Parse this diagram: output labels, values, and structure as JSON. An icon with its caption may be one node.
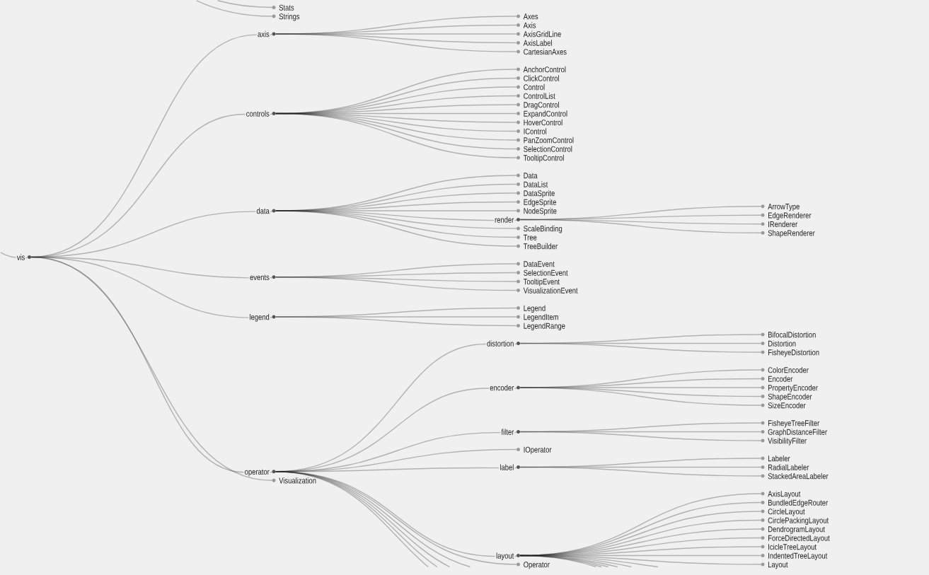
{
  "diagram": {
    "nodes": [
      {
        "text": [
          "Stats"
        ]
      },
      {
        "text": [
          "Strings"
        ]
      },
      {
        "text": [
          "vis"
        ]
      },
      {
        "text": [
          "axis"
        ]
      },
      {
        "text": [
          "Axes"
        ]
      },
      {
        "text": [
          "Axis"
        ]
      },
      {
        "text": [
          "AxisGridLine"
        ]
      },
      {
        "text": [
          "AxisLabel"
        ]
      },
      {
        "text": [
          "CartesianAxes"
        ]
      },
      {
        "text": [
          "controls"
        ]
      },
      {
        "text": [
          "AnchorControl"
        ]
      },
      {
        "text": [
          "ClickControl"
        ]
      },
      {
        "text": [
          "Control"
        ]
      },
      {
        "text": [
          "ControlList"
        ]
      },
      {
        "text": [
          "DragControl"
        ]
      },
      {
        "text": [
          "ExpandControl"
        ]
      },
      {
        "text": [
          "HoverControl"
        ]
      },
      {
        "text": [
          "IControl"
        ]
      },
      {
        "text": [
          "PanZoomControl"
        ]
      },
      {
        "text": [
          "SelectionControl"
        ]
      },
      {
        "text": [
          "TooltipControl"
        ]
      },
      {
        "text": [
          "data"
        ]
      },
      {
        "text": [
          "Data"
        ]
      },
      {
        "text": [
          "DataList"
        ]
      },
      {
        "text": [
          "DataSprite"
        ]
      },
      {
        "text": [
          "EdgeSprite"
        ]
      },
      {
        "text": [
          "NodeSprite"
        ]
      },
      {
        "text": [
          "render"
        ]
      },
      {
        "text": [
          "ArrowType"
        ]
      },
      {
        "text": [
          "EdgeRenderer"
        ]
      },
      {
        "text": [
          "IRenderer"
        ]
      },
      {
        "text": [
          "ShapeRenderer"
        ]
      },
      {
        "text": [
          "ScaleBinding"
        ]
      },
      {
        "text": [
          "Tree"
        ]
      },
      {
        "text": [
          "TreeBuilder"
        ]
      },
      {
        "text": [
          "events"
        ]
      },
      {
        "text": [
          "DataEvent"
        ]
      },
      {
        "text": [
          "SelectionEvent"
        ]
      },
      {
        "text": [
          "TooltipEvent"
        ]
      },
      {
        "text": [
          "VisualizationEvent"
        ]
      },
      {
        "text": [
          "legend"
        ]
      },
      {
        "text": [
          "Legend"
        ]
      },
      {
        "text": [
          "LegendItem"
        ]
      },
      {
        "text": [
          "LegendRange"
        ]
      },
      {
        "text": [
          "operator"
        ]
      },
      {
        "text": [
          "distortion"
        ]
      },
      {
        "text": [
          "BifocalDistortion"
        ]
      },
      {
        "text": [
          "Distortion"
        ]
      },
      {
        "text": [
          "FisheyeDistortion"
        ]
      },
      {
        "text": [
          "encoder"
        ]
      },
      {
        "text": [
          "ColorEncoder"
        ]
      },
      {
        "text": [
          "Encoder"
        ]
      },
      {
        "text": [
          "PropertyEncoder"
        ]
      },
      {
        "text": [
          "ShapeEncoder"
        ]
      },
      {
        "text": [
          "SizeEncoder"
        ]
      },
      {
        "text": [
          "filter"
        ]
      },
      {
        "text": [
          "FisheyeTreeFilter"
        ]
      },
      {
        "text": [
          "GraphDistanceFilter"
        ]
      },
      {
        "text": [
          "VisibilityFilter"
        ]
      },
      {
        "text": [
          "IOperator"
        ]
      },
      {
        "text": [
          "label"
        ]
      },
      {
        "text": [
          "Labeler"
        ]
      },
      {
        "text": [
          "RadialLabeler"
        ]
      },
      {
        "text": [
          "StackedAreaLabeler"
        ]
      },
      {
        "text": [
          "layout"
        ]
      },
      {
        "text": [
          "AxisLayout"
        ]
      },
      {
        "text": [
          "BundledEdgeRouter"
        ]
      },
      {
        "text": [
          "CircleLayout"
        ]
      },
      {
        "text": [
          "CirclePackingLayout"
        ]
      },
      {
        "text": [
          "DendrogramLayout"
        ]
      },
      {
        "text": [
          "ForceDirectedLayout"
        ]
      },
      {
        "text": [
          "IcicleTreeLayout"
        ]
      },
      {
        "text": [
          "IndentedTreeLayout"
        ]
      },
      {
        "text": [
          "Layout"
        ]
      },
      {
        "text": [
          "Operator"
        ]
      },
      {
        "text": [
          "Visualization"
        ]
      }
    ],
    "edges": [
      {
        "from": null,
        "to": 0,
        "arrow": "none"
      },
      {
        "from": null,
        "to": 1,
        "arrow": "none"
      },
      {
        "from": null,
        "to": 2,
        "arrow": "none"
      },
      {
        "from": 2,
        "to": 3,
        "arrow": "none"
      },
      {
        "from": 2,
        "to": 9,
        "arrow": "none"
      },
      {
        "from": 2,
        "to": 21,
        "arrow": "none"
      },
      {
        "from": 2,
        "to": 35,
        "arrow": "none"
      },
      {
        "from": 2,
        "to": 40,
        "arrow": "none"
      },
      {
        "from": 2,
        "to": 44,
        "arrow": "none"
      },
      {
        "from": 2,
        "to": 75,
        "arrow": "none"
      },
      {
        "from": 3,
        "to": 4,
        "arrow": "none"
      },
      {
        "from": 3,
        "to": 5,
        "arrow": "none"
      },
      {
        "from": 3,
        "to": 6,
        "arrow": "none"
      },
      {
        "from": 3,
        "to": 7,
        "arrow": "none"
      },
      {
        "from": 3,
        "to": 8,
        "arrow": "none"
      },
      {
        "from": 9,
        "to": 10,
        "arrow": "none"
      },
      {
        "from": 9,
        "to": 11,
        "arrow": "none"
      },
      {
        "from": 9,
        "to": 12,
        "arrow": "none"
      },
      {
        "from": 9,
        "to": 13,
        "arrow": "none"
      },
      {
        "from": 9,
        "to": 14,
        "arrow": "none"
      },
      {
        "from": 9,
        "to": 15,
        "arrow": "none"
      },
      {
        "from": 9,
        "to": 16,
        "arrow": "none"
      },
      {
        "from": 9,
        "to": 17,
        "arrow": "none"
      },
      {
        "from": 9,
        "to": 18,
        "arrow": "none"
      },
      {
        "from": 9,
        "to": 19,
        "arrow": "none"
      },
      {
        "from": 9,
        "to": 20,
        "arrow": "none"
      },
      {
        "from": 21,
        "to": 22,
        "arrow": "none"
      },
      {
        "from": 21,
        "to": 23,
        "arrow": "none"
      },
      {
        "from": 21,
        "to": 24,
        "arrow": "none"
      },
      {
        "from": 21,
        "to": 25,
        "arrow": "none"
      },
      {
        "from": 21,
        "to": 26,
        "arrow": "none"
      },
      {
        "from": 21,
        "to": 27,
        "arrow": "none"
      },
      {
        "from": 21,
        "to": 32,
        "arrow": "none"
      },
      {
        "from": 21,
        "to": 33,
        "arrow": "none"
      },
      {
        "from": 21,
        "to": 34,
        "arrow": "none"
      },
      {
        "from": 27,
        "to": 28,
        "arrow": "none"
      },
      {
        "from": 27,
        "to": 29,
        "arrow": "none"
      },
      {
        "from": 27,
        "to": 30,
        "arrow": "none"
      },
      {
        "from": 27,
        "to": 31,
        "arrow": "none"
      },
      {
        "from": 35,
        "to": 36,
        "arrow": "none"
      },
      {
        "from": 35,
        "to": 37,
        "arrow": "none"
      },
      {
        "from": 35,
        "to": 38,
        "arrow": "none"
      },
      {
        "from": 35,
        "to": 39,
        "arrow": "none"
      },
      {
        "from": 40,
        "to": 41,
        "arrow": "none"
      },
      {
        "from": 40,
        "to": 42,
        "arrow": "none"
      },
      {
        "from": 40,
        "to": 43,
        "arrow": "none"
      },
      {
        "from": 44,
        "to": 45,
        "arrow": "none"
      },
      {
        "from": 44,
        "to": 49,
        "arrow": "none"
      },
      {
        "from": 44,
        "to": 55,
        "arrow": "none"
      },
      {
        "from": 44,
        "to": 59,
        "arrow": "none"
      },
      {
        "from": 44,
        "to": 60,
        "arrow": "none"
      },
      {
        "from": 44,
        "to": 64,
        "arrow": "none"
      },
      {
        "from": 44,
        "to": 74,
        "arrow": "none"
      },
      {
        "from": 44,
        "to": null,
        "arrow": "none"
      },
      {
        "from": 44,
        "to": null,
        "arrow": "none"
      },
      {
        "from": 44,
        "to": null,
        "arrow": "none"
      },
      {
        "from": 44,
        "to": null,
        "arrow": "none"
      },
      {
        "from": 45,
        "to": 46,
        "arrow": "none"
      },
      {
        "from": 45,
        "to": 47,
        "arrow": "none"
      },
      {
        "from": 45,
        "to": 48,
        "arrow": "none"
      },
      {
        "from": 49,
        "to": 50,
        "arrow": "none"
      },
      {
        "from": 49,
        "to": 51,
        "arrow": "none"
      },
      {
        "from": 49,
        "to": 52,
        "arrow": "none"
      },
      {
        "from": 49,
        "to": 53,
        "arrow": "none"
      },
      {
        "from": 49,
        "to": 54,
        "arrow": "none"
      },
      {
        "from": 55,
        "to": 56,
        "arrow": "none"
      },
      {
        "from": 55,
        "to": 57,
        "arrow": "none"
      },
      {
        "from": 55,
        "to": 58,
        "arrow": "none"
      },
      {
        "from": 60,
        "to": 61,
        "arrow": "none"
      },
      {
        "from": 60,
        "to": 62,
        "arrow": "none"
      },
      {
        "from": 60,
        "to": 63,
        "arrow": "none"
      },
      {
        "from": 64,
        "to": 65,
        "arrow": "none"
      },
      {
        "from": 64,
        "to": 66,
        "arrow": "none"
      },
      {
        "from": 64,
        "to": 67,
        "arrow": "none"
      },
      {
        "from": 64,
        "to": 68,
        "arrow": "none"
      },
      {
        "from": 64,
        "to": 69,
        "arrow": "none"
      },
      {
        "from": 64,
        "to": 70,
        "arrow": "none"
      },
      {
        "from": 64,
        "to": 71,
        "arrow": "none"
      },
      {
        "from": 64,
        "to": 72,
        "arrow": "none"
      },
      {
        "from": 64,
        "to": 73,
        "arrow": "none"
      },
      {
        "from": 64,
        "to": null,
        "arrow": "none"
      },
      {
        "from": 64,
        "to": null,
        "arrow": "none"
      },
      {
        "from": 64,
        "to": null,
        "arrow": "none"
      },
      {
        "from": 64,
        "to": null,
        "arrow": "none"
      },
      {
        "from": 64,
        "to": null,
        "arrow": "none"
      },
      {
        "from": 64,
        "to": null,
        "arrow": "none"
      }
    ]
  }
}
